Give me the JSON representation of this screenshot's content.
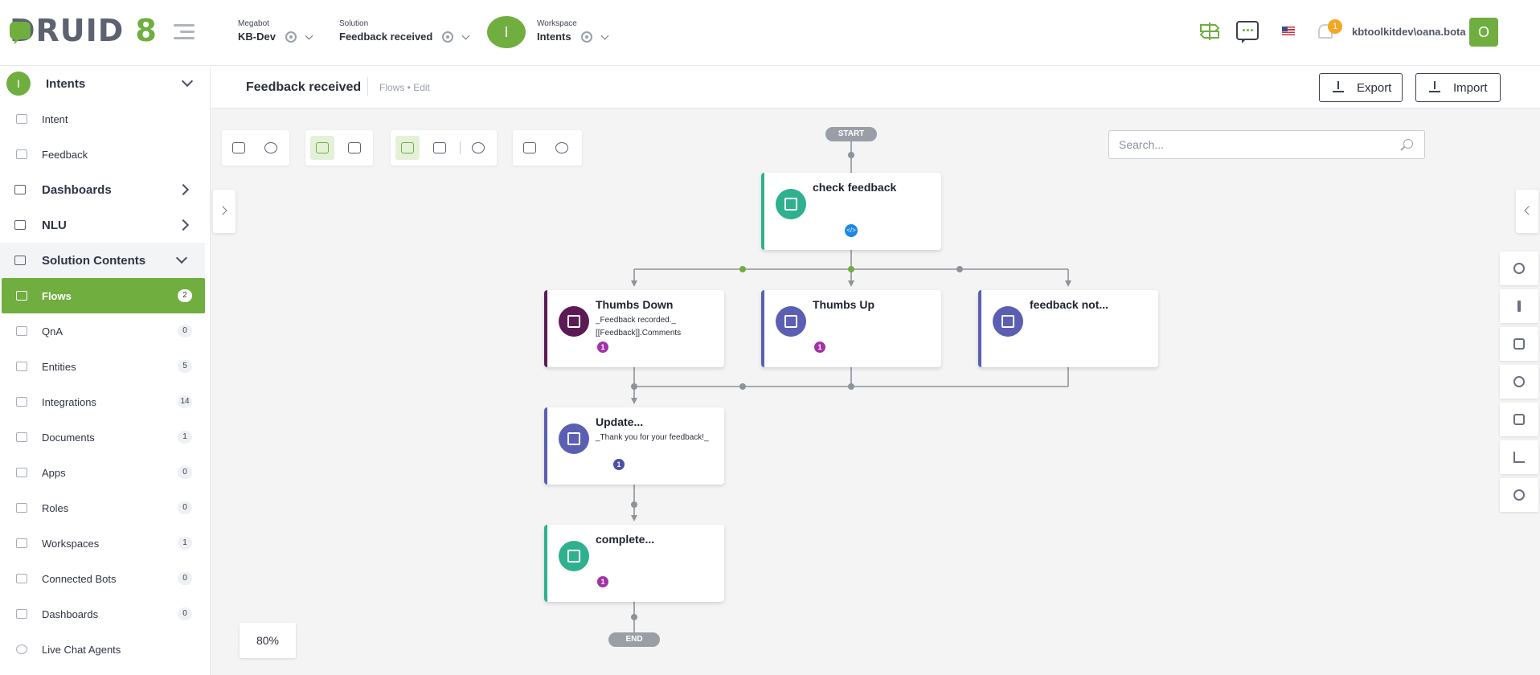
{
  "header": {
    "logo_text": "DRUID",
    "logo_number": "8",
    "megabot_label": "Megabot",
    "megabot_value": "KB-Dev",
    "solution_label": "Solution",
    "solution_value": "Feedback received",
    "workspace_avatar": "I",
    "workspace_label": "Workspace",
    "workspace_value": "Intents",
    "notification_count": "1",
    "user_name": "kbtoolkitdev\\oana.bota",
    "user_avatar": "O",
    "accent_color": "#6fae3f"
  },
  "sidebar": {
    "workspace_badge": "I",
    "workspace_title": "Intents",
    "items": [
      {
        "label": "Intent",
        "icon": "intent-icon"
      },
      {
        "label": "Feedback",
        "icon": "feedback-icon"
      }
    ],
    "sections": [
      {
        "label": "Dashboards",
        "icon": "dashboard-icon",
        "state": "collapsed"
      },
      {
        "label": "NLU",
        "icon": "nlu-icon",
        "state": "collapsed"
      },
      {
        "label": "Solution Contents",
        "icon": "solution-icon",
        "state": "expanded"
      }
    ],
    "contents": [
      {
        "label": "Flows",
        "count": "2",
        "active": true,
        "icon": "flows-icon"
      },
      {
        "label": "QnA",
        "count": "0",
        "icon": "qna-icon"
      },
      {
        "label": "Entities",
        "count": "5",
        "icon": "entities-icon"
      },
      {
        "label": "Integrations",
        "count": "14",
        "icon": "integrations-icon"
      },
      {
        "label": "Documents",
        "count": "1",
        "icon": "documents-icon"
      },
      {
        "label": "Apps",
        "count": "0",
        "icon": "apps-icon"
      },
      {
        "label": "Roles",
        "count": "0",
        "icon": "roles-icon"
      },
      {
        "label": "Workspaces",
        "count": "1",
        "icon": "workspaces-icon"
      },
      {
        "label": "Connected Bots",
        "count": "0",
        "icon": "connected-bots-icon"
      },
      {
        "label": "Dashboards",
        "count": "0",
        "icon": "dashboards-icon"
      },
      {
        "label": "Live Chat Agents",
        "icon": "live-chat-agents-icon"
      }
    ]
  },
  "page": {
    "title": "Feedback received",
    "breadcrumb": "Flows • Edit",
    "export_label": "Export",
    "import_label": "Import"
  },
  "canvas": {
    "search_placeholder": "Search...",
    "zoom": "80%",
    "start_label": "START",
    "end_label": "END"
  },
  "flow": {
    "nodes": [
      {
        "title": "check feedback",
        "subtitle": "",
        "badge": "",
        "type": "check-step",
        "color": "#2fb08f"
      },
      {
        "title": "Thumbs Down",
        "subtitle": "_Feedback recorded._ [[Feedback]].Comments",
        "badge": "1",
        "type": "script-step",
        "color": "#5c1a55"
      },
      {
        "title": "Thumbs Up",
        "subtitle": "",
        "badge": "1",
        "type": "message-step",
        "color": "#5b5fb3"
      },
      {
        "title": "feedback not...",
        "subtitle": "",
        "badge": "",
        "type": "message-step",
        "color": "#5b5fb3"
      },
      {
        "title": "Update...",
        "subtitle": "_Thank you for your feedback!_",
        "badge": "1",
        "type": "message-step",
        "color": "#5b5fb3"
      },
      {
        "title": "complete...",
        "subtitle": "",
        "badge": "1",
        "type": "check-step",
        "color": "#2fb08f"
      }
    ],
    "badge_colors": {
      "purple": "#a232a8",
      "indigo": "#4b4fa8"
    }
  }
}
